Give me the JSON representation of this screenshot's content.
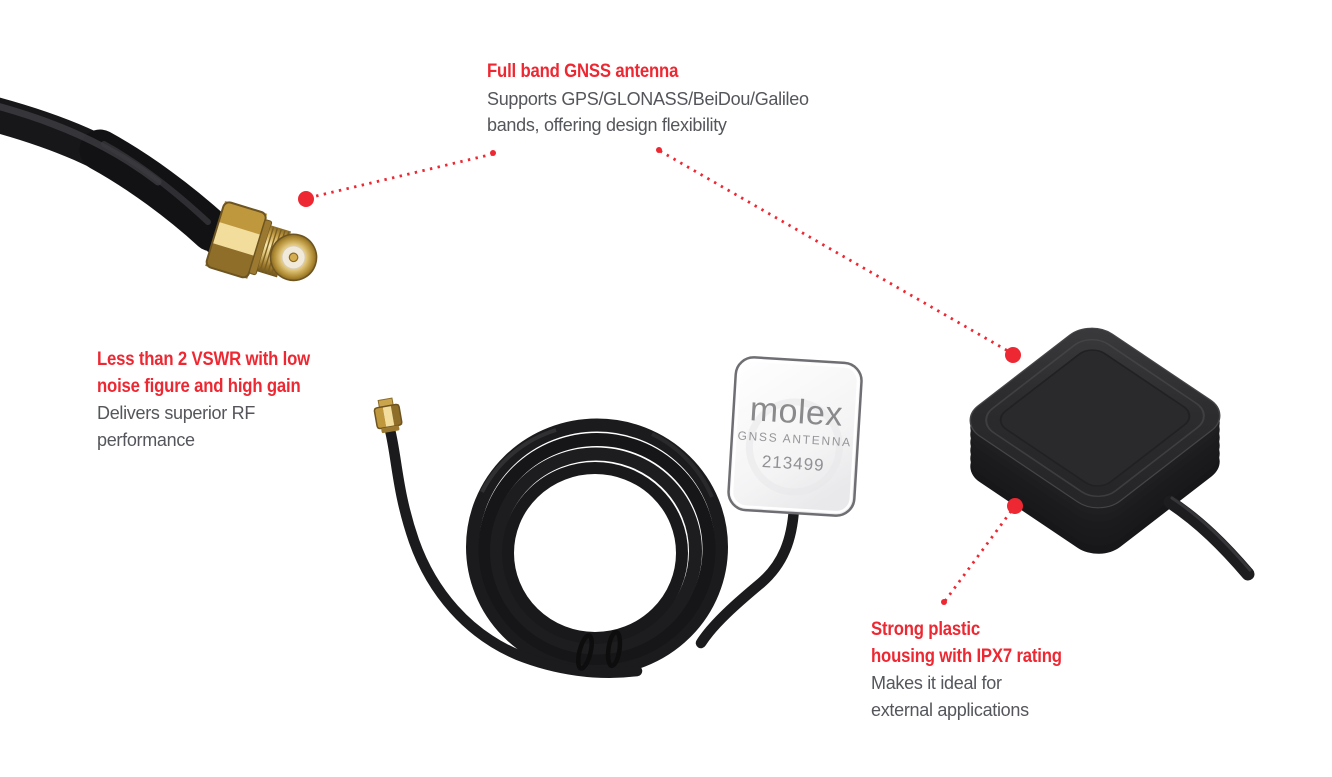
{
  "page": {
    "background": "#ffffff"
  },
  "colors": {
    "accent_red": "#ed2832",
    "body_text": "#54565b",
    "label_gray": "#8c8c8e",
    "cable_black": "#1a1a1c",
    "connector_gold": "#d9b254"
  },
  "callouts": {
    "full_band": {
      "heading": "Full band GNSS antenna",
      "body_line1": "Supports GPS/GLONASS/BeiDou/Galileo",
      "body_line2": "bands, offering design flexibility"
    },
    "vswr": {
      "heading_line1": "Less than 2 VSWR with low",
      "heading_line2": "noise figure and high gain",
      "body_line1": "Delivers superior RF",
      "body_line2": "performance"
    },
    "housing": {
      "heading_line1": "Strong plastic",
      "heading_line2": "housing with IPX7 rating",
      "body_line1": "Makes it ideal for",
      "body_line2": "external applications"
    }
  },
  "product_label": {
    "brand": "molex",
    "product_type": "GNSS ANTENNA",
    "part_number": "213499"
  }
}
